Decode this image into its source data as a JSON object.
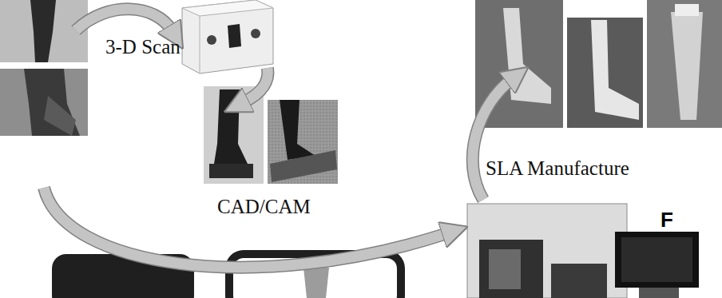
{
  "diagram": {
    "labels": [
      "3-D Scan",
      "CAD/CAM",
      "SLA Manufacture",
      "F"
    ]
  }
}
